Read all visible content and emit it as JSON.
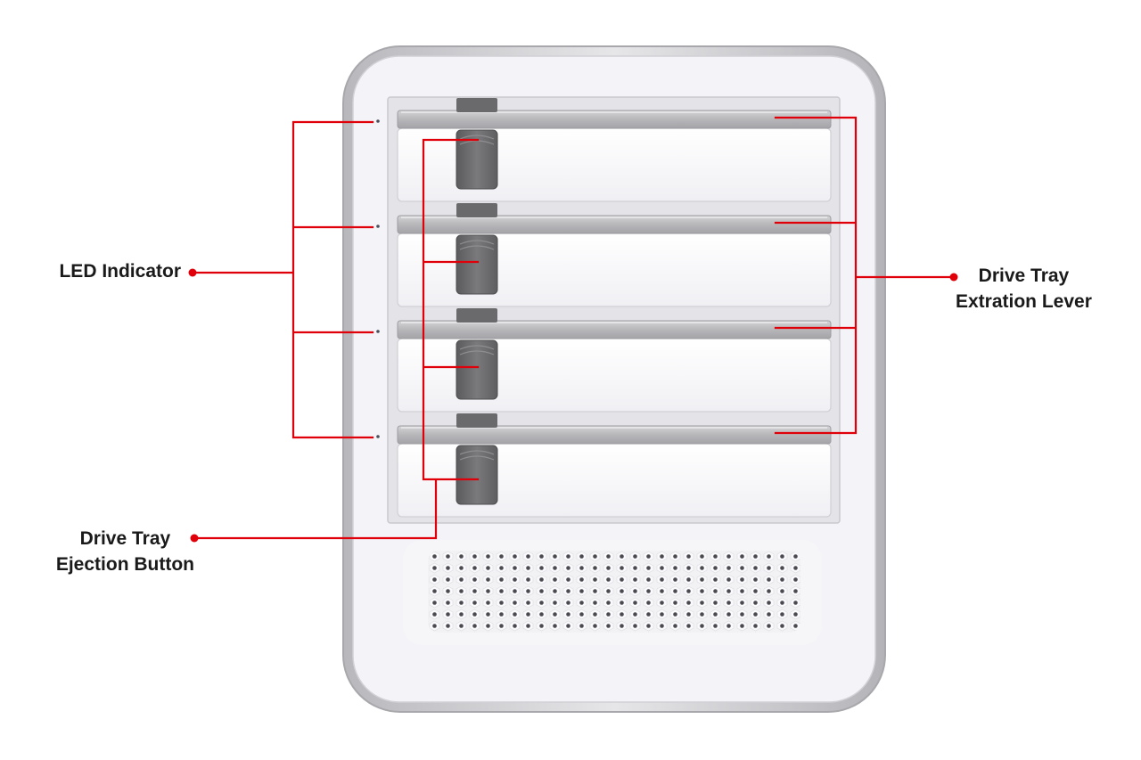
{
  "callouts": {
    "led_indicator": {
      "line1": "LED Indicator"
    },
    "ejection_button": {
      "line1": "Drive Tray",
      "line2": "Ejection Button"
    },
    "extraction_lever": {
      "line1": "Drive Tray",
      "line2": "Extration Lever"
    }
  },
  "device": {
    "tray_count": 4
  },
  "colors": {
    "callout_line": "#e0000a",
    "chassis_frame": "#c8c8cc",
    "chassis_face": "#f4f3f8",
    "tray_face": "#fbfbfd",
    "lever_silver": "#b9b9bc",
    "button_gray": "#6d6d6f"
  }
}
